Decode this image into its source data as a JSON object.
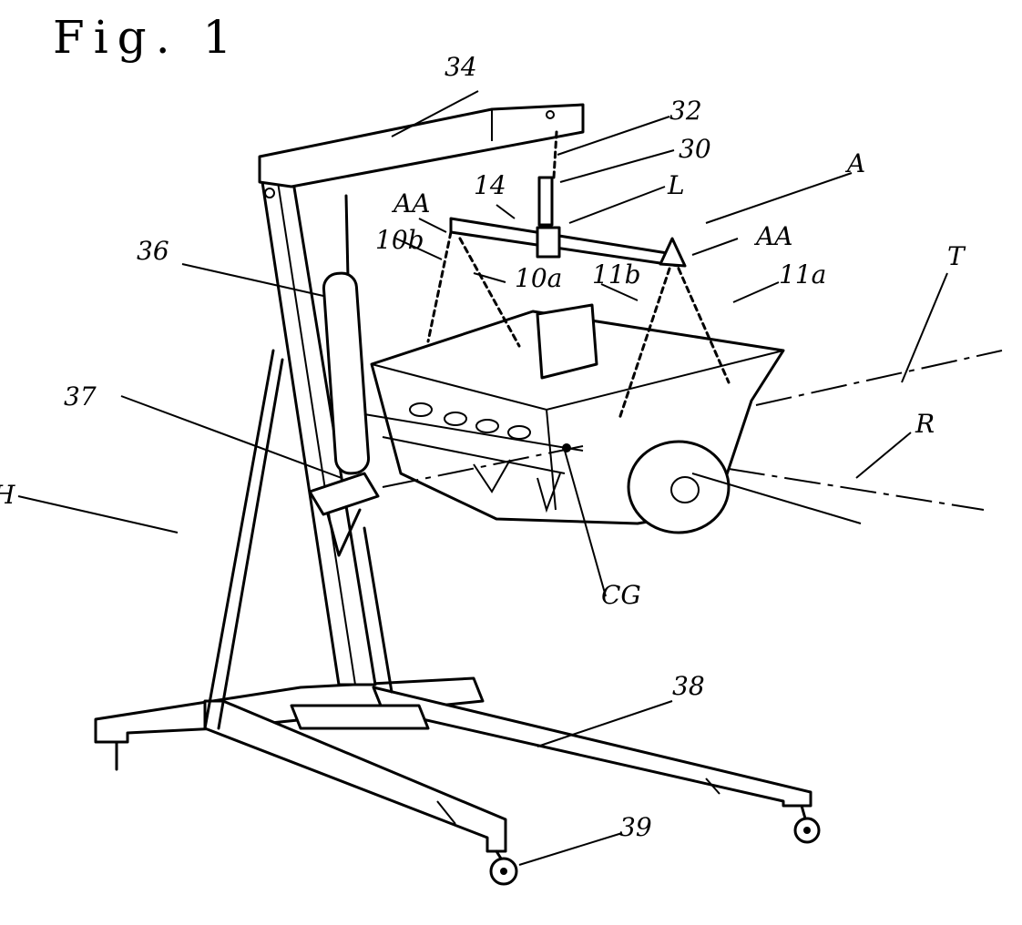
{
  "figure": {
    "title": "Fig. 1",
    "labels": {
      "boom": "34",
      "chain": "32",
      "hook": "30",
      "assembly": "A",
      "lift_point": "L",
      "spreader_bar": "14",
      "adjuster_left": "AA",
      "adjuster_right": "AA",
      "chain_10b": "10b",
      "chain_10a": "10a",
      "chain_11b": "11b",
      "chain_11a": "11a",
      "tilt_axis": "T",
      "cylinder": "36",
      "mast": "37",
      "rotation_axis": "R",
      "hoist": "H",
      "center_of_gravity": "CG",
      "base_leg": "38",
      "caster": "39"
    }
  }
}
